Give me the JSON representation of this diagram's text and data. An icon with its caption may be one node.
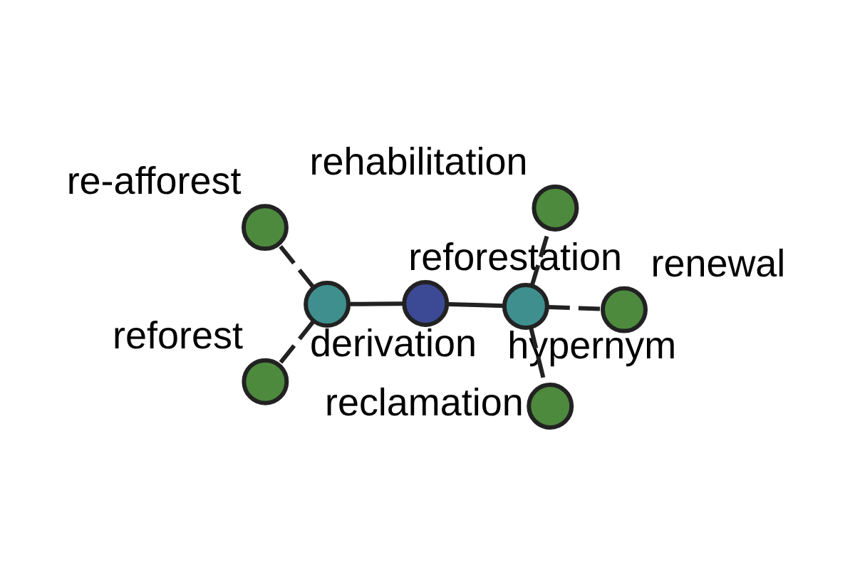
{
  "diagram": {
    "nodes": [
      {
        "text": [
          "re-afforest"
        ]
      },
      {
        "text": [
          "reforest"
        ]
      },
      {
        "text": [
          "derivation"
        ]
      },
      {
        "text": [
          "reforestation"
        ]
      },
      {
        "text": [
          "rehabilitation"
        ]
      },
      {
        "text": [
          "hypernym"
        ]
      },
      {
        "text": [
          "reclamation"
        ]
      },
      {
        "text": [
          "renewal"
        ]
      }
    ],
    "edges": [
      {
        "from": 3,
        "to": 2,
        "arrow": "none"
      },
      {
        "from": 3,
        "to": 5,
        "arrow": "none"
      },
      {
        "from": 2,
        "to": 0,
        "arrow": "none",
        "style": "dashed"
      },
      {
        "from": 2,
        "to": 1,
        "arrow": "none",
        "style": "dashed"
      },
      {
        "from": 5,
        "to": 4,
        "arrow": "none",
        "style": "dashed"
      },
      {
        "from": 5,
        "to": 6,
        "arrow": "none",
        "style": "dashed"
      },
      {
        "from": 5,
        "to": 7,
        "arrow": "none",
        "style": "dashed"
      }
    ]
  }
}
